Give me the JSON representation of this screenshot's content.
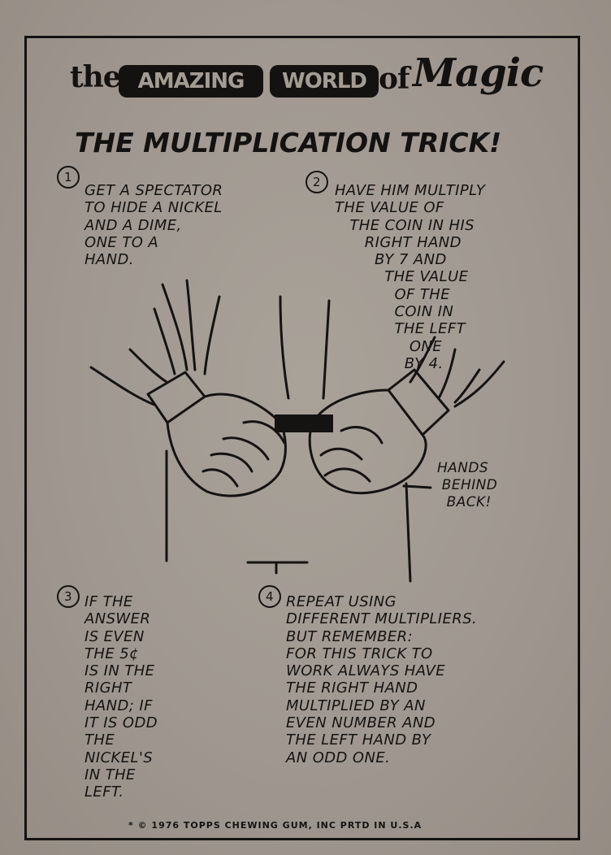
{
  "header": {
    "word_the": "the",
    "word_amazing": "AMAZING",
    "word_world": "WORLD",
    "word_of": "of",
    "word_magic": "Magic"
  },
  "trick_title": "THE MULTIPLICATION TRICK!",
  "steps": [
    {
      "number": "1",
      "text": "GET A SPECTATOR\nTO HIDE A NICKEL\nAND A DIME,\nONE TO A\nHAND."
    },
    {
      "number": "2",
      "text": "HAVE HIM MULTIPLY\nTHE VALUE OF\n   THE COIN IN HIS\n      RIGHT HAND\n        BY 7 AND\n          THE VALUE\n            OF THE\n            COIN IN\n            THE LEFT\n               ONE\n              BY 4."
    },
    {
      "number": "3",
      "text": "IF THE\nANSWER\nIS EVEN\nTHE 5¢\nIS IN THE\nRIGHT\nHAND; IF\nIT IS ODD\nTHE\nNICKEL'S\nIN THE\nLEFT."
    },
    {
      "number": "4",
      "text": "REPEAT USING\nDIFFERENT MULTIPLIERS.\nBUT REMEMBER:\nFOR THIS TRICK TO\nWORK ALWAYS HAVE\nTHE RIGHT HAND\nMULTIPLIED BY AN\nEVEN NUMBER AND\nTHE LEFT HAND BY\nAN ODD ONE."
    }
  ],
  "callout": "HANDS\n BEHIND\n  BACK!",
  "copyright": "* ©  1976 TOPPS CHEWING GUM, INC  PRTD  IN U.S.A"
}
